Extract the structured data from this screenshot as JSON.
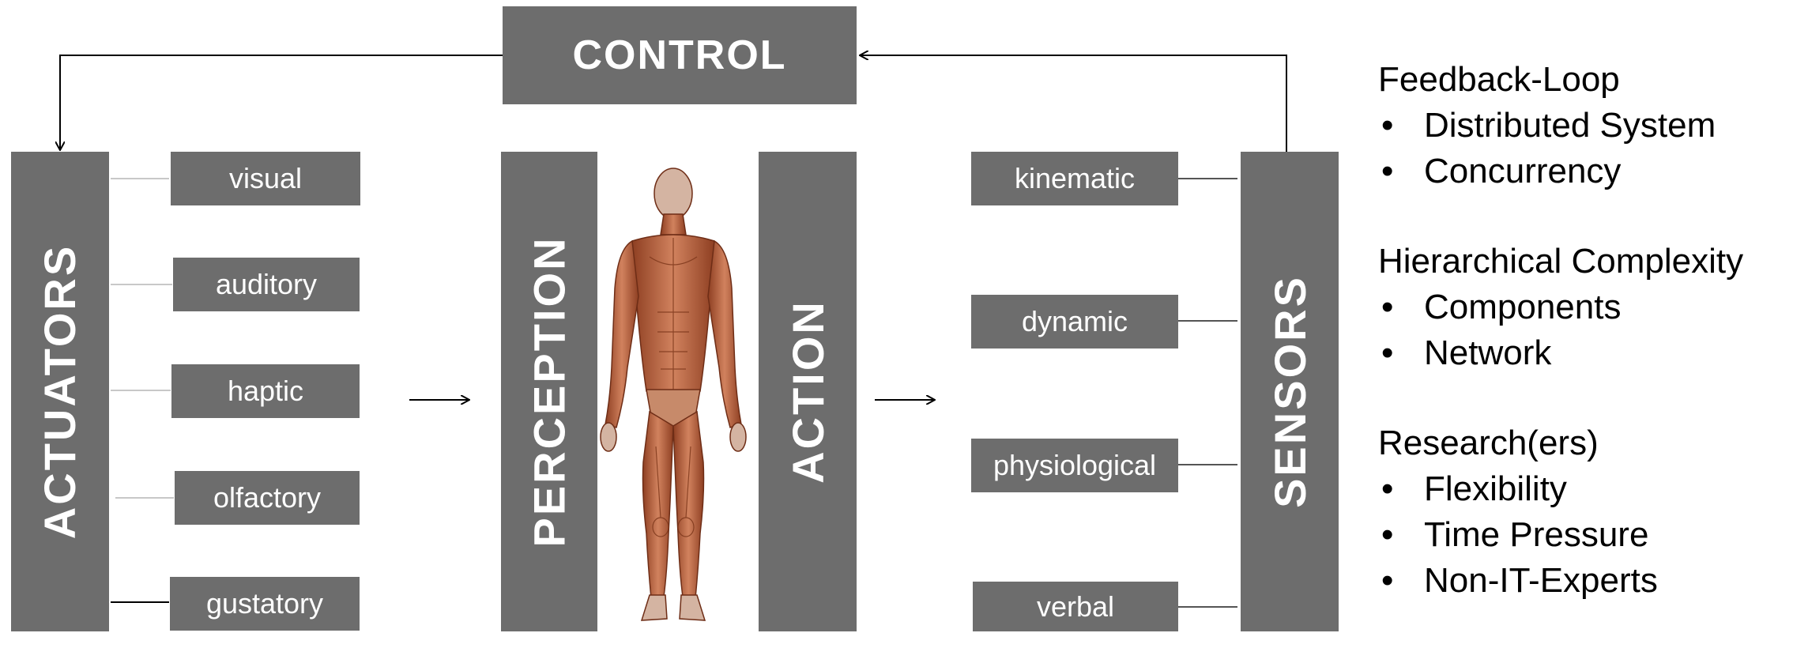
{
  "control": "CONTROL",
  "actuators": {
    "label": "ACTUATORS",
    "items": [
      "visual",
      "auditory",
      "haptic",
      "olfactory",
      "gustatory"
    ]
  },
  "perception": "PERCEPTION",
  "action": "ACTION",
  "sensors": {
    "label": "SENSORS",
    "items": [
      "kinematic",
      "dynamic",
      "physiological",
      "verbal"
    ]
  },
  "figure": {
    "icon": "human-muscle-anatomy-figure"
  },
  "notes": [
    {
      "title": "Feedback-Loop",
      "items": [
        "Distributed System",
        "Concurrency"
      ]
    },
    {
      "title": "Hierarchical Complexity",
      "items": [
        "Components",
        "Network"
      ]
    },
    {
      "title": "Research(ers)",
      "items": [
        "Flexibility",
        "Time Pressure",
        "Non-IT-Experts"
      ]
    }
  ],
  "colors": {
    "box": "#6d6d6d",
    "text": "#ffffff",
    "lines": "#000000",
    "faint_lines": "#c8c8c8"
  }
}
